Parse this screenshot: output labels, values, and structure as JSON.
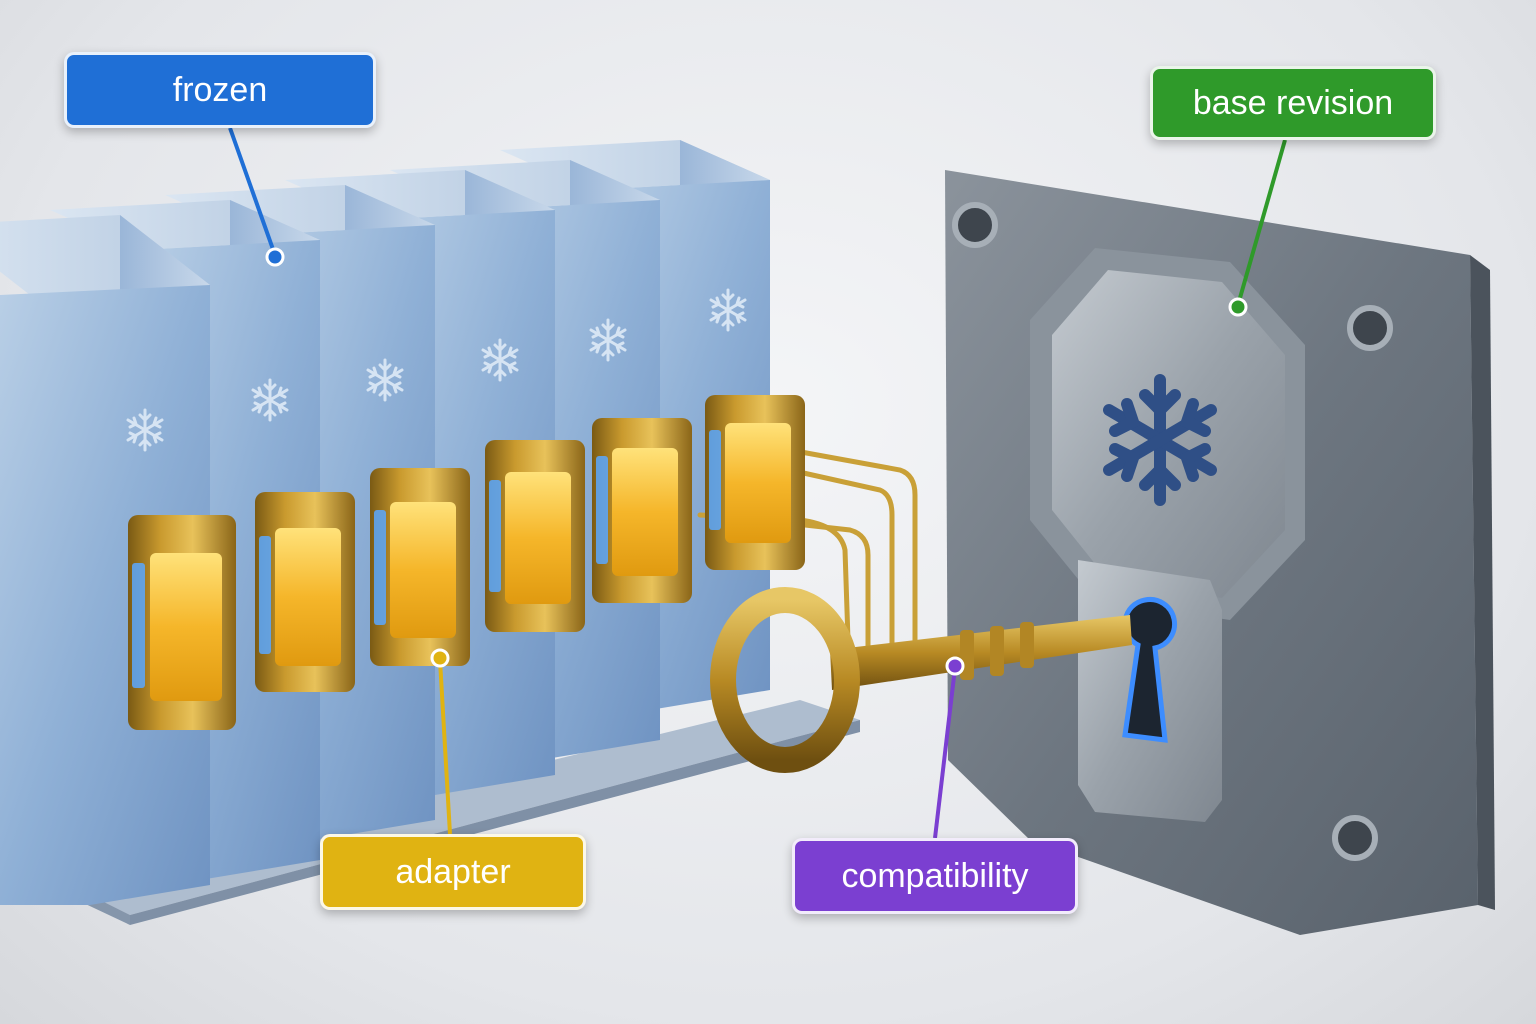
{
  "labels": {
    "frozen": "frozen",
    "base_revision": "base revision",
    "adapter": "adapter",
    "compatibility": "compatibility"
  },
  "colors": {
    "frozen": "#1f6fd6",
    "base_revision": "#2f9a2a",
    "adapter": "#e0b312",
    "compatibility": "#7b3fd1"
  },
  "icons": {
    "block": "snowflake-icon",
    "lock": "keyhole-icon",
    "key": "key-icon"
  }
}
